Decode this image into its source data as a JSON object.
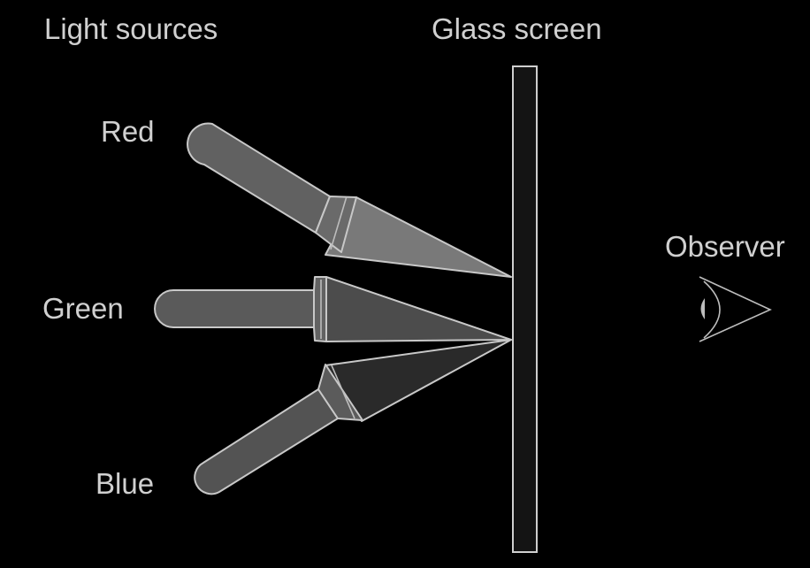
{
  "labels": {
    "light_sources": "Light sources",
    "glass_screen": "Glass screen",
    "observer": "Observer",
    "red": "Red",
    "green": "Green",
    "blue": "Blue"
  },
  "colors": {
    "background": "#000000",
    "text": "#d0d0d0",
    "screen_fill": "#141414",
    "torch_red": "#616161",
    "torch_green": "#5a5a5a",
    "torch_blue": "#535353",
    "beam_red": "#8a8a8a",
    "beam_green": "#4c4c4c",
    "beam_blue": "#2c2c2c"
  },
  "icons": {
    "red_source": "flashlight-icon",
    "green_source": "flashlight-icon",
    "blue_source": "flashlight-icon",
    "observer": "eye-icon"
  }
}
